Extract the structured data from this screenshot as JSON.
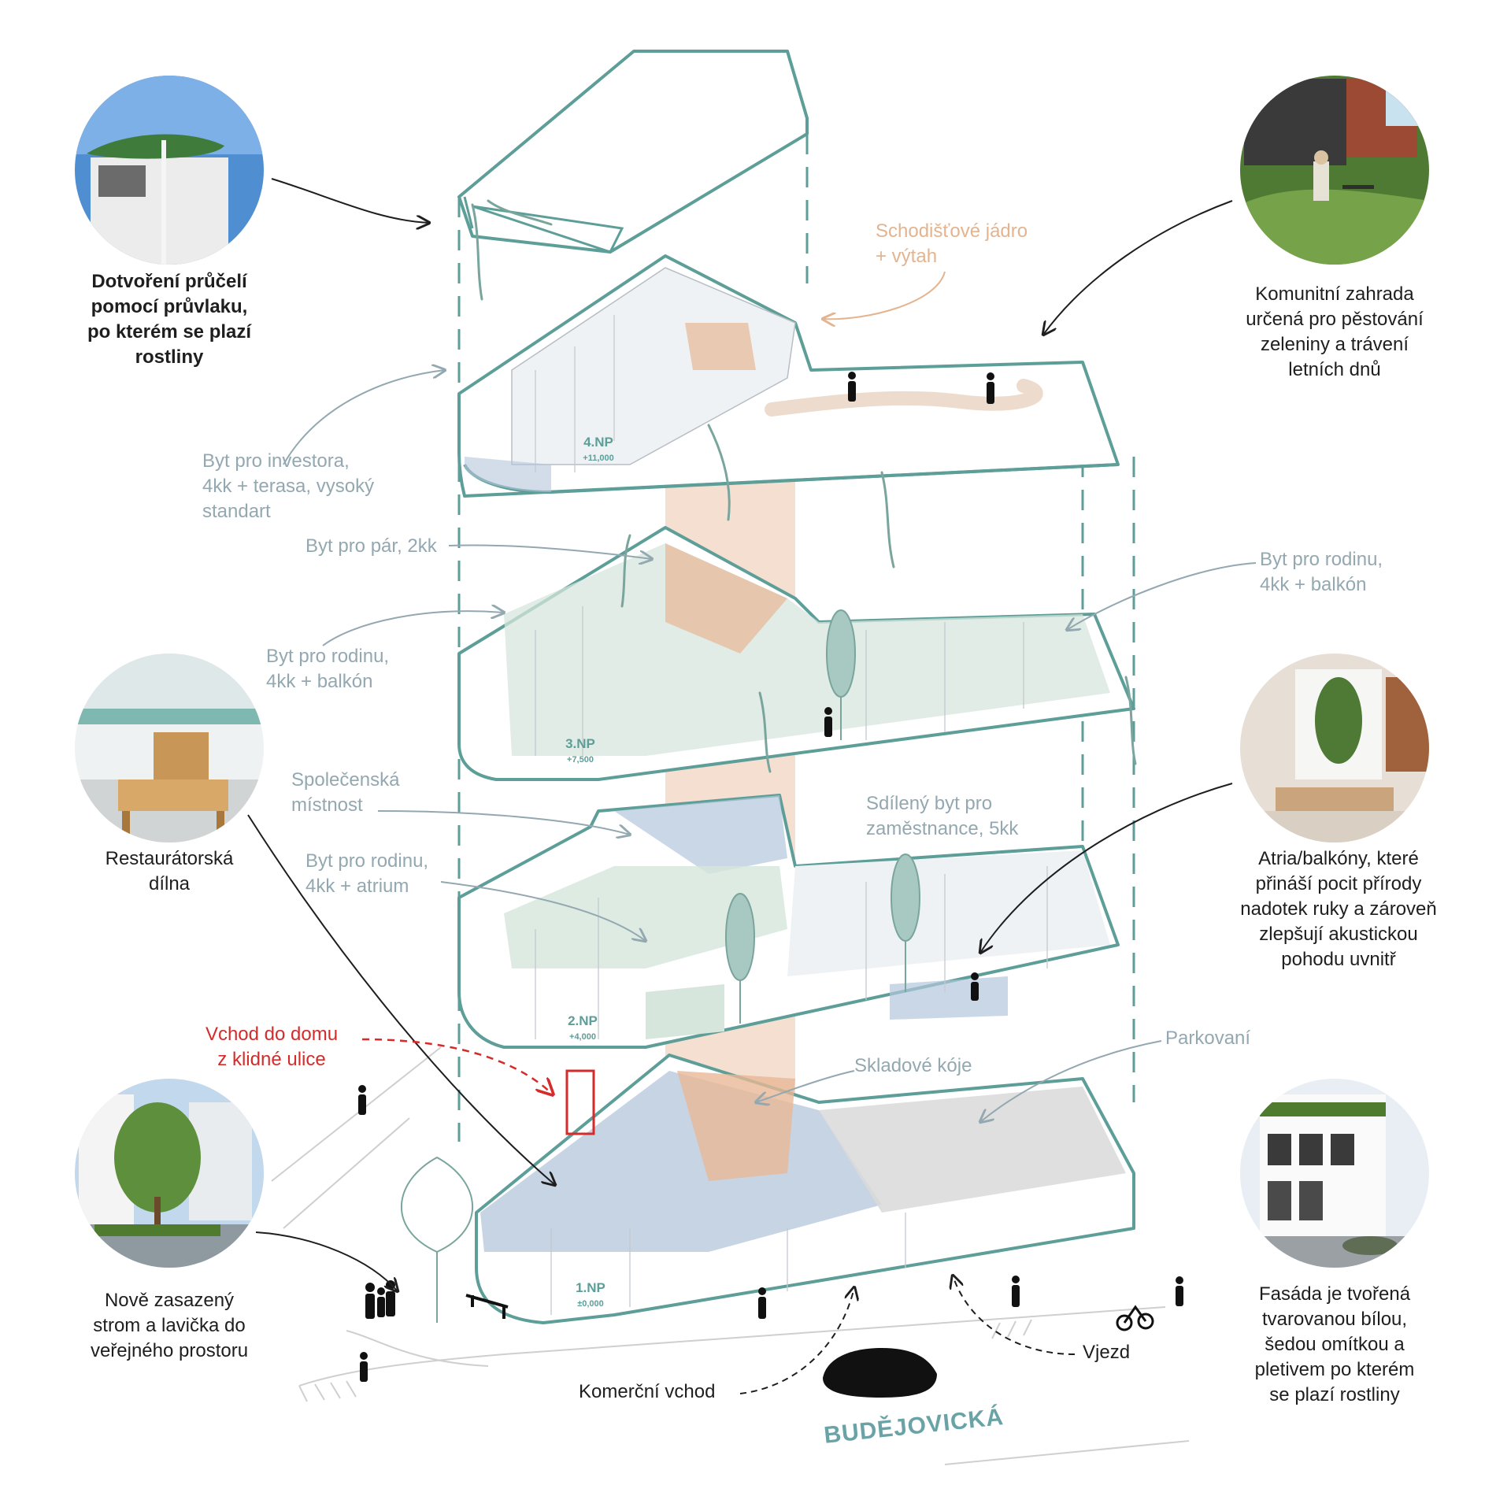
{
  "labels": {
    "facade_extension": "Dotvoření průčelí\npomocí průvlaku,\npo kterém se plazí\nrostliny",
    "community_garden": "Komunitní zahrada\nurčená pro pěstování\nzeleniny a trávení\nletních dnů",
    "stair_core": "Schodišťové jádro\n+ výtah",
    "investor_flat": "Byt pro investora,\n4kk + terasa, vysoký\nstandart",
    "couple_flat": "Byt pro pár, 2kk",
    "family_flat_balcony_right": "Byt pro rodinu,\n4kk + balkón",
    "family_flat_balcony_left": "Byt pro rodinu,\n4kk + balkón",
    "restoration_workshop": "Restaurátorská\ndílna",
    "common_room": "Společenská\nmístnost",
    "staff_flat": "Sdílený byt pro\nzaměstnance, 5kk",
    "family_flat_atrium": "Byt pro rodinu,\n4kk + atrium",
    "atria_balconies": "Atria/balkóny, které\npřináší pocit přírody\nnadotek ruky a zároveň\nzlepšují akustickou\npohodu uvnitř",
    "entrance": "Vchod do domu\nz klidné ulice",
    "parking": "Parkovaní",
    "storage": "Skladové kóje",
    "tree_bench": "Nově zasazený\nstrom a lavička do\nveřejného prostoru",
    "facade_material": "Fasáda je tvořená\ntvarovanou bílou,\nšedou omítkou a\npletivem po kterém\nse plazí rostliny",
    "commercial_entrance": "Komerční vchod",
    "driveway": "Vjezd",
    "street_name": "BUDĚJOVICKÁ"
  },
  "floors": [
    {
      "name": "4.NP",
      "level": "+11,000"
    },
    {
      "name": "3.NP",
      "level": "+7,500"
    },
    {
      "name": "2.NP",
      "level": "+4,000"
    },
    {
      "name": "1.NP",
      "level": "±0,000"
    }
  ],
  "icons": [
    "photo-rooftop-icon",
    "photo-garden-icon",
    "photo-workshop-icon",
    "photo-atrium-icon",
    "photo-street-tree-icon",
    "photo-facade-icon",
    "tree-icon",
    "person-icon",
    "car-icon",
    "bicycle-icon",
    "bench-icon"
  ],
  "colors": {
    "outline": "#5d9e98",
    "core": "#e8b896",
    "blue_zone": "#b4c6db",
    "green_zone": "#d6e6dc",
    "grey_zone": "#d9d9d9",
    "accent_red": "#d52b2b",
    "label_teal": "#93a8b0",
    "label_peach": "#e3b48f"
  }
}
